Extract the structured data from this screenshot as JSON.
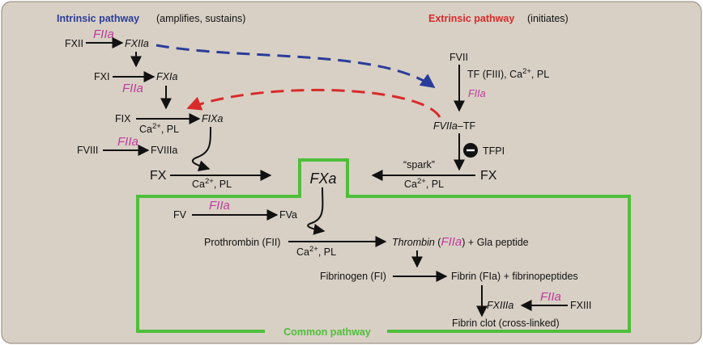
{
  "headers": {
    "intrinsic_title": "Intrinsic pathway",
    "intrinsic_note": "(amplifies, sustains)",
    "extrinsic_title": "Extrinsic pathway",
    "extrinsic_note": "(initiates)",
    "common_title": "Common pathway"
  },
  "intrinsic": {
    "fxii": "FXII",
    "fxiia": "FXIIa",
    "fxi": "FXI",
    "fxia": "FXIa",
    "fix": "FIX",
    "fixa": "FIXa",
    "fviii": "FVIII",
    "fviiia": "FVIIIa",
    "fx": "FX"
  },
  "extrinsic": {
    "fvii": "FVII",
    "tf_label": "TF (FIII), Ca",
    "tf_sup": "2+",
    "tf_tail": ", PL",
    "fviia_tf": "FVIIa",
    "fviia_tf_tail": "–TF",
    "tfpi": "TFPI",
    "spark": "“spark”",
    "fx": "FX"
  },
  "common": {
    "fxa": "FXa",
    "fv": "FV",
    "fva": "FVa",
    "prothrombin": "Prothrombin (FII)",
    "thrombin": "Thrombin",
    "thrombin_paren_open": " (",
    "thrombin_paren_close": ") + Gla peptide",
    "fibrinogen": "Fibrinogen (FI)",
    "fibrin": "Fibrin (FIa) + fibrinopeptides",
    "fxiiia": "FXIIIa",
    "fxiii": "FXIII",
    "clot": "Fibrin clot (cross-linked)"
  },
  "cofactor": {
    "ca": "Ca",
    "sup": "2+",
    "pl": ", PL"
  },
  "fiia": "FIIa",
  "inhibit_symbol": "−",
  "colors": {
    "background": "#d8d0c5",
    "intrinsic": "#2a3c9a",
    "extrinsic": "#d92a2a",
    "common": "#4fbf3a",
    "thrombin": "#c0399c"
  }
}
